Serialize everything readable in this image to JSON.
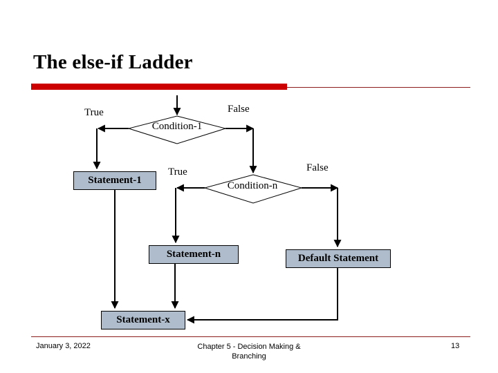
{
  "slide": {
    "title": "The else-if Ladder",
    "accent_color": "#cc0000",
    "rule_color": "#8b1a1a",
    "box_fill_color": "#aebccc",
    "line_color": "#000000",
    "background_color": "#ffffff"
  },
  "flowchart": {
    "decisions": [
      {
        "id": "condition-1",
        "label": "Condition-1"
      },
      {
        "id": "condition-n",
        "label": "Condition-n"
      }
    ],
    "processes": [
      {
        "id": "statement-1",
        "label": "Statement-1"
      },
      {
        "id": "statement-n",
        "label": "Statement-n"
      },
      {
        "id": "default-statement",
        "label": "Default Statement"
      },
      {
        "id": "statement-x",
        "label": "Statement-x"
      }
    ],
    "branch_labels": {
      "condition_1_true": "True",
      "condition_1_false": "False",
      "condition_n_true": "True",
      "condition_n_false": "False"
    }
  },
  "footer": {
    "date": "January 3, 2022",
    "center_line_1": "Chapter 5 - Decision Making &",
    "center_line_2": "Branching",
    "page_number": "13"
  }
}
